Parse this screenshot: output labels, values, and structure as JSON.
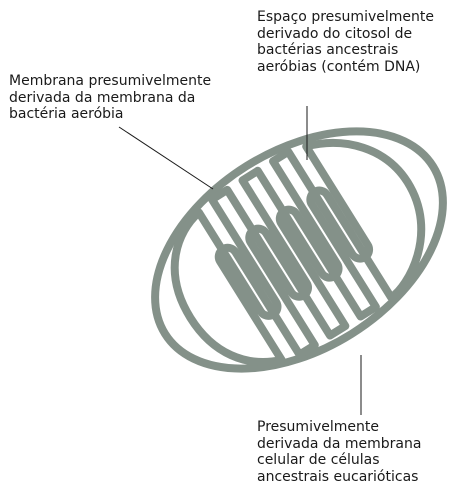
{
  "labels": {
    "intermembrane_space": [
      "Espaço presumivelmente",
      "derivado do citosol de",
      "bactérias ancestrais",
      "aeróbias (contém DNA)"
    ],
    "inner_membrane": [
      "Membrana presumivelmente",
      "derivada da membrana da",
      "bactéria aeróbia"
    ],
    "outer_membrane": [
      "Presumivelmente",
      "derivada da membrana",
      "celular de células",
      "ancestrais eucarióticas"
    ]
  },
  "colors": {
    "membrane": "#849189",
    "leader_line": "#1a1a1a",
    "text": "#1a1a1a"
  }
}
